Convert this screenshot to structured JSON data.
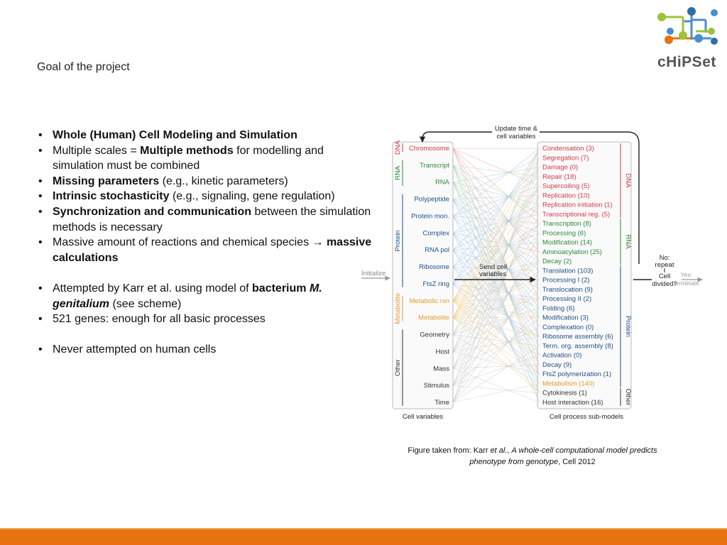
{
  "slide": {
    "title": "Goal of the project",
    "logo_text": "cHiPSet"
  },
  "bullets": [
    {
      "parts": [
        {
          "text": "Whole (Human) Cell Modeling and Simulation",
          "bold": true
        }
      ]
    },
    {
      "parts": [
        {
          "text": "Multiple scales = "
        },
        {
          "text": "Multiple methods",
          "bold": true
        },
        {
          "text": " for modelling and simulation must be combined"
        }
      ]
    },
    {
      "parts": [
        {
          "text": "Missing parameters",
          "bold": true
        },
        {
          "text": " (e.g., kinetic parameters)"
        }
      ]
    },
    {
      "parts": [
        {
          "text": "Intrinsic stochasticity",
          "bold": true
        },
        {
          "text": " (e.g., signaling, gene regulation)"
        }
      ]
    },
    {
      "parts": [
        {
          "text": "Synchronization and communication",
          "bold": true
        },
        {
          "text": " between the simulation methods is necessary"
        }
      ]
    },
    {
      "parts": [
        {
          "text": "Massive amount of reactions and chemical species → "
        },
        {
          "text": "massive calculations",
          "bold": true
        }
      ]
    },
    {
      "gap": true
    },
    {
      "parts": [
        {
          "text": "Attempted by Karr et al. using model of "
        },
        {
          "text": "bacterium ",
          "bold": true
        },
        {
          "text": "M. genitalium",
          "bold": true,
          "italic": true
        },
        {
          "text": " (see scheme)"
        }
      ]
    },
    {
      "parts": [
        {
          "text": "521 genes: enough for all basic processes"
        }
      ]
    },
    {
      "gap": true
    },
    {
      "parts": [
        {
          "text": "Never attempted on human cells"
        }
      ]
    }
  ],
  "figure": {
    "top_label": "Update time &",
    "top_label2": "cell variables",
    "initialize": "Initialize",
    "send1": "Send cell",
    "send2": "variables",
    "decision": [
      "No:",
      "repeat",
      "Cell",
      "divided?"
    ],
    "yes1": "Yes:",
    "yes2": "terminate",
    "left_caption": "Cell variables",
    "right_caption": "Cell process sub-models",
    "left_items": [
      {
        "label": "Chromosome",
        "color": "#d23a4a"
      },
      {
        "label": "Transcript",
        "color": "#2a8a3a"
      },
      {
        "label": "RNA",
        "color": "#2a8a3a"
      },
      {
        "label": "Polypeptide",
        "color": "#1f4f8a"
      },
      {
        "label": "Protein mon.",
        "color": "#1f4f8a"
      },
      {
        "label": "Complex",
        "color": "#1f4f8a"
      },
      {
        "label": "RNA pol",
        "color": "#1f4f8a"
      },
      {
        "label": "Ribosome",
        "color": "#1f4f8a"
      },
      {
        "label": "FtsZ ring",
        "color": "#1f4f8a"
      },
      {
        "label": "Metabolic rxn",
        "color": "#e89a2a"
      },
      {
        "label": "Metabolite",
        "color": "#e89a2a"
      },
      {
        "label": "Geometry",
        "color": "#333333"
      },
      {
        "label": "Host",
        "color": "#333333"
      },
      {
        "label": "Mass",
        "color": "#333333"
      },
      {
        "label": "Stimulus",
        "color": "#333333"
      },
      {
        "label": "Time",
        "color": "#333333"
      }
    ],
    "left_groups": [
      {
        "label": "DNA",
        "color": "#d23a4a"
      },
      {
        "label": "RNA",
        "color": "#2a8a3a"
      },
      {
        "label": "Protein",
        "color": "#1f4f8a"
      },
      {
        "label": "Metabolite",
        "color": "#e89a2a"
      },
      {
        "label": "Other",
        "color": "#333333"
      }
    ],
    "right_items": [
      {
        "label": "Condensation (3)",
        "color": "#d23a4a"
      },
      {
        "label": "Segregation (7)",
        "color": "#d23a4a"
      },
      {
        "label": "Damage (0)",
        "color": "#d23a4a"
      },
      {
        "label": "Repair (18)",
        "color": "#d23a4a"
      },
      {
        "label": "Supercoiling (5)",
        "color": "#d23a4a"
      },
      {
        "label": "Replication (10)",
        "color": "#d23a4a"
      },
      {
        "label": "Replication initiation (1)",
        "color": "#d23a4a"
      },
      {
        "label": "Transcriptional reg. (5)",
        "color": "#d23a4a"
      },
      {
        "label": "Transcription (8)",
        "color": "#2a8a3a"
      },
      {
        "label": "Processing (6)",
        "color": "#2a8a3a"
      },
      {
        "label": "Modification (14)",
        "color": "#2a8a3a"
      },
      {
        "label": "Aminoacylation (25)",
        "color": "#2a8a3a"
      },
      {
        "label": "Decay (2)",
        "color": "#2a8a3a"
      },
      {
        "label": "Translation (103)",
        "color": "#1f4f8a"
      },
      {
        "label": "Processing I (2)",
        "color": "#1f4f8a"
      },
      {
        "label": "Translocation (9)",
        "color": "#1f4f8a"
      },
      {
        "label": "Processing II (2)",
        "color": "#1f4f8a"
      },
      {
        "label": "Folding (6)",
        "color": "#1f4f8a"
      },
      {
        "label": "Modification (3)",
        "color": "#1f4f8a"
      },
      {
        "label": "Complexation (0)",
        "color": "#1f4f8a"
      },
      {
        "label": "Ribosome assembly (6)",
        "color": "#1f4f8a"
      },
      {
        "label": "Term. org. assembly (8)",
        "color": "#1f4f8a"
      },
      {
        "label": "Activation (0)",
        "color": "#1f4f8a"
      },
      {
        "label": "Decay (9)",
        "color": "#1f4f8a"
      },
      {
        "label": "FtsZ polymerization (1)",
        "color": "#1f4f8a"
      },
      {
        "label": "Metabolism (140)",
        "color": "#e89a2a"
      },
      {
        "label": "Cytokinesis (1)",
        "color": "#333333"
      },
      {
        "label": "Host interaction (16)",
        "color": "#333333"
      }
    ],
    "right_groups": [
      {
        "label": "DNA",
        "color": "#d23a4a"
      },
      {
        "label": "RNA",
        "color": "#2a8a3a"
      },
      {
        "label": "Protein",
        "color": "#1f4f8a"
      },
      {
        "label": "Other",
        "color": "#333333"
      }
    ]
  },
  "caption": {
    "prefix": "Figure taken from: Karr ",
    "etal": "et al.",
    "sep": ", ",
    "title": "A whole-cell computational model predicts phenotype from genotype",
    "suffix": ", Cell 2012"
  }
}
